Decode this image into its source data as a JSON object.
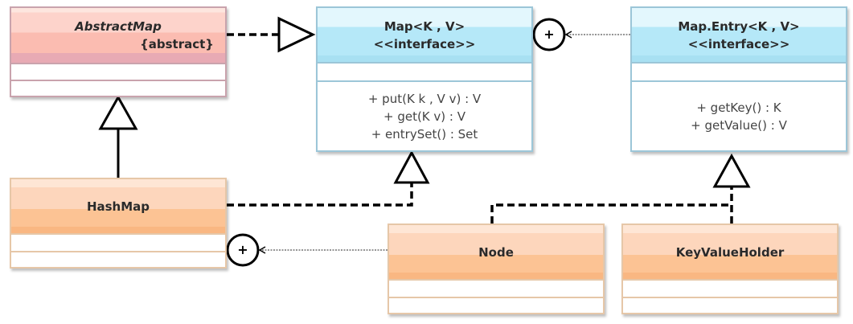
{
  "diagram": {
    "type": "uml-class-diagram",
    "classes": [
      {
        "id": "abstract-map",
        "name": "AbstractMap",
        "stereotype": "{abstract}",
        "kind": "abstract",
        "attributes": [],
        "methods": []
      },
      {
        "id": "map",
        "name": "Map<K , V>",
        "stereotype": "<<interface>>",
        "kind": "interface",
        "attributes": [],
        "methods": [
          "+ put(K k , V v) : V",
          "+ get(K v) : V",
          "+ entrySet() : Set"
        ]
      },
      {
        "id": "map-entry",
        "name": "Map.Entry<K , V>",
        "stereotype": "<<interface>>",
        "kind": "interface",
        "attributes": [],
        "methods": [
          "+ getKey() : K",
          "+ getValue() : V"
        ]
      },
      {
        "id": "hash-map",
        "name": "HashMap",
        "stereotype": "",
        "kind": "class",
        "attributes": [],
        "methods": []
      },
      {
        "id": "node",
        "name": "Node",
        "stereotype": "",
        "kind": "class",
        "attributes": [],
        "methods": []
      },
      {
        "id": "key-value-holder",
        "name": "KeyValueHolder",
        "stereotype": "",
        "kind": "class",
        "attributes": [],
        "methods": []
      }
    ],
    "relationships": [
      {
        "from": "abstract-map",
        "to": "map",
        "type": "realization"
      },
      {
        "from": "hash-map",
        "to": "abstract-map",
        "type": "generalization"
      },
      {
        "from": "hash-map",
        "to": "map",
        "type": "realization"
      },
      {
        "from": "node",
        "to": "map-entry",
        "type": "realization"
      },
      {
        "from": "key-value-holder",
        "to": "map-entry",
        "type": "realization"
      },
      {
        "from": "map-entry",
        "to": "map",
        "type": "nesting"
      },
      {
        "from": "node",
        "to": "hash-map",
        "type": "nesting"
      }
    ],
    "nesting_symbol": "+"
  },
  "colors": {
    "abstract_header": "#fbbcb1",
    "abstract_border": "#c9a3ad",
    "interface_header": "#b5e8f8",
    "interface_border": "#9cc6d8",
    "class_header": "#fcc394",
    "class_border": "#e6c7a8",
    "line": "#000000"
  }
}
